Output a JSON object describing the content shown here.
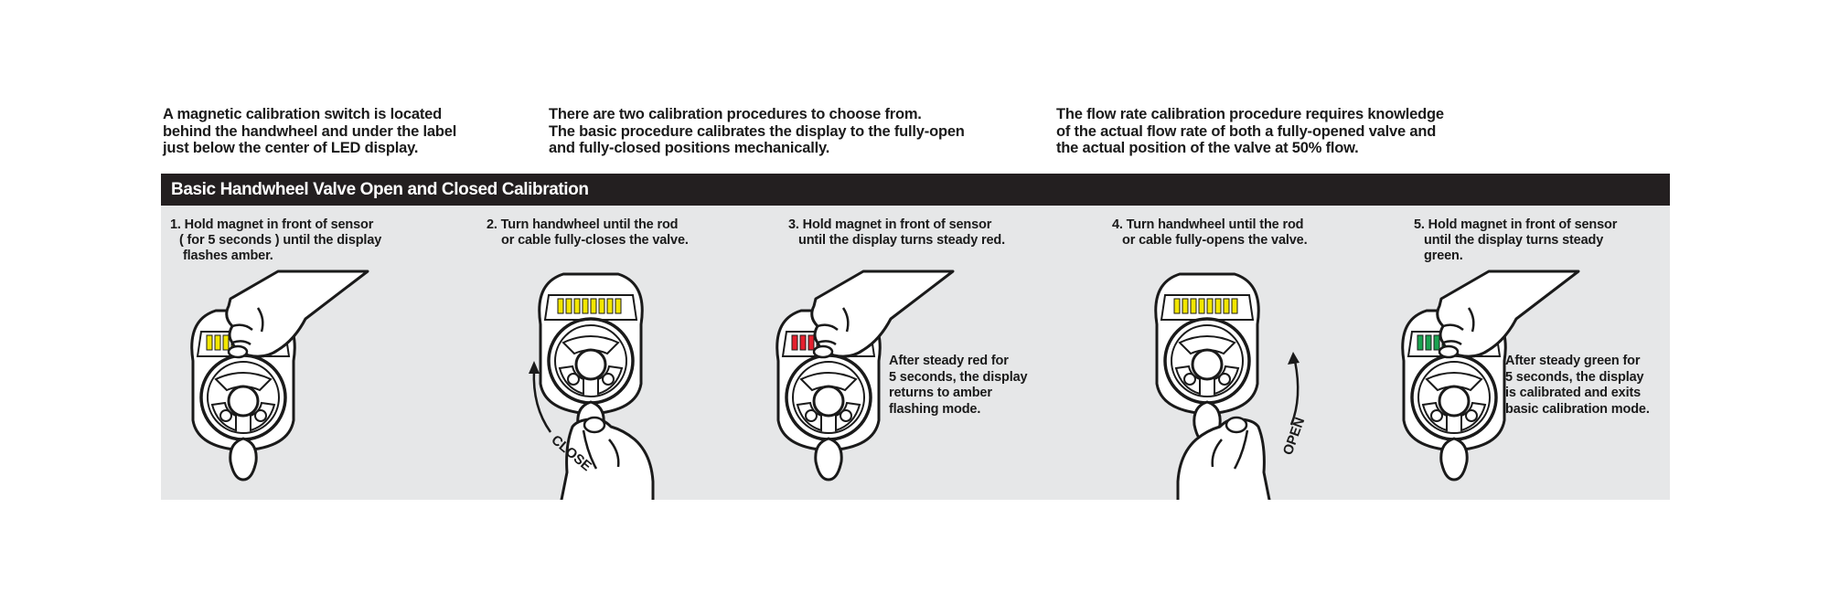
{
  "intro": {
    "col1": [
      "A magnetic calibration switch is located",
      "behind the handwheel and under the label",
      "just below the center of LED display."
    ],
    "col2": [
      "There are two calibration procedures to choose from.",
      "The basic procedure calibrates the display to the fully-open",
      "and fully-closed positions mechanically."
    ],
    "col3": [
      "The flow rate calibration procedure requires knowledge",
      "of the actual flow rate of both a fully-opened valve and",
      "the actual position of the valve at 50% flow."
    ]
  },
  "section_title": "Basic Handwheel Valve Open and Closed Calibration",
  "steps": [
    {
      "lines": [
        "1. Hold magnet in front of sensor",
        "( for 5 seconds ) until the display",
        "flashes amber."
      ]
    },
    {
      "lines": [
        "2. Turn handwheel until the rod",
        "or cable fully-closes the valve."
      ]
    },
    {
      "lines": [
        "3. Hold magnet in front of sensor",
        "until the display turns steady red."
      ]
    },
    {
      "lines": [
        "4. Turn handwheel until the rod",
        "or cable fully-opens the valve."
      ]
    },
    {
      "lines": [
        "5. Hold magnet in front of sensor",
        "until the display turns steady",
        "green."
      ]
    }
  ],
  "notes": {
    "step3": [
      "After steady red for",
      "5 seconds, the display",
      "returns to amber",
      "flashing mode."
    ],
    "step5": [
      "After steady green for",
      "5 seconds, the display",
      "is calibrated and exits",
      "basic calibration mode."
    ]
  },
  "arrows": {
    "close": "CLOSE",
    "open": "OPEN"
  },
  "colors": {
    "amber_led": "#f2e600",
    "red_led": "#e5202e",
    "green_led": "#1aa350",
    "header_bg": "#231f20",
    "panel_bg": "#e6e7e8"
  }
}
